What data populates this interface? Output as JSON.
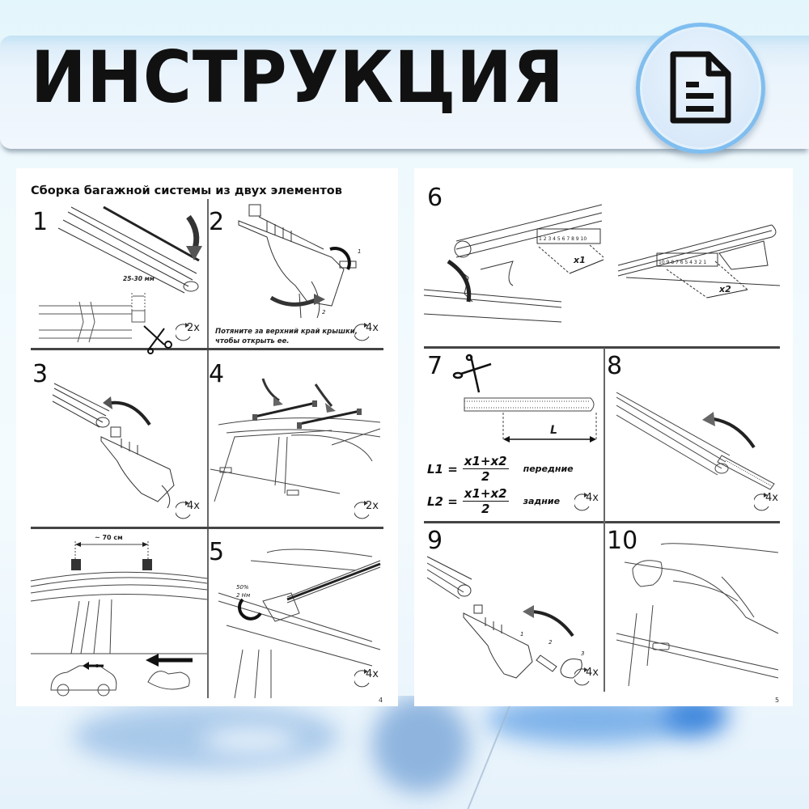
{
  "header": {
    "title": "ИНСТРУКЦИЯ",
    "icon": "document-icon",
    "accent_color": "#7fbef0"
  },
  "left_page": {
    "section_title": "Сборка багажной системы из двух элементов",
    "page_number": "4",
    "steps": {
      "s1": {
        "number": "1",
        "dimension": "25-30 мм",
        "repeat": "2x"
      },
      "s2": {
        "number": "2",
        "note_line1": "Потяните за верхний край крышки,",
        "note_line2": "чтобы открыть ее.",
        "callouts": [
          "1",
          "2"
        ],
        "repeat": "4x"
      },
      "s3": {
        "number": "3",
        "repeat": "4x"
      },
      "s4": {
        "number": "4",
        "repeat": "2x"
      },
      "s_unnumbered": {
        "dimension": "~ 70 см"
      },
      "s5": {
        "number": "5",
        "torque_line1": "50%",
        "torque_line2": "2 Нм",
        "repeat": "4x"
      }
    }
  },
  "right_page": {
    "page_number": "5",
    "steps": {
      "s6": {
        "number": "6",
        "scale_front": "1 2 3 4 5 6 7 8 9 10",
        "scale_rear": "10 9 8 7 6 5 4 3 2 1",
        "label_x1": "x1",
        "label_x2": "x2"
      },
      "s7": {
        "number": "7",
        "length_label": "L",
        "formula1": {
          "lhs": "L1 =",
          "numerator": "x1+x2",
          "denominator": "2",
          "desc": "передние"
        },
        "formula2": {
          "lhs": "L2 =",
          "numerator": "x1+x2",
          "denominator": "2",
          "desc": "задние"
        },
        "repeat": "4x"
      },
      "s8": {
        "number": "8",
        "repeat": "4x"
      },
      "s9": {
        "number": "9",
        "callouts": [
          "1",
          "2",
          "3"
        ],
        "repeat": "4x"
      },
      "s10": {
        "number": "10"
      }
    }
  }
}
